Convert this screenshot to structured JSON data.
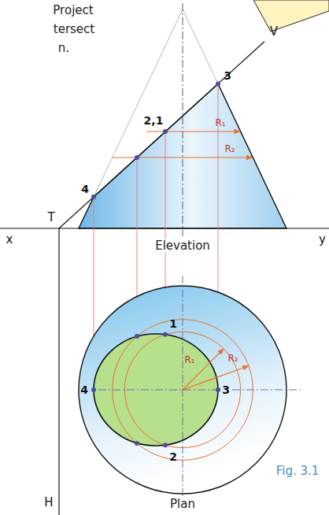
{
  "diagram": {
    "labels": [
      "Project",
      "tersect",
      "n.",
      "V",
      "3",
      "2,1",
      "R₁",
      "R₂",
      "4",
      "T",
      "x",
      "Elevation",
      "y",
      "1",
      "R₁",
      "R₂",
      "4",
      "3",
      "2",
      "Fig. 3.1",
      "H",
      "Plan"
    ]
  }
}
